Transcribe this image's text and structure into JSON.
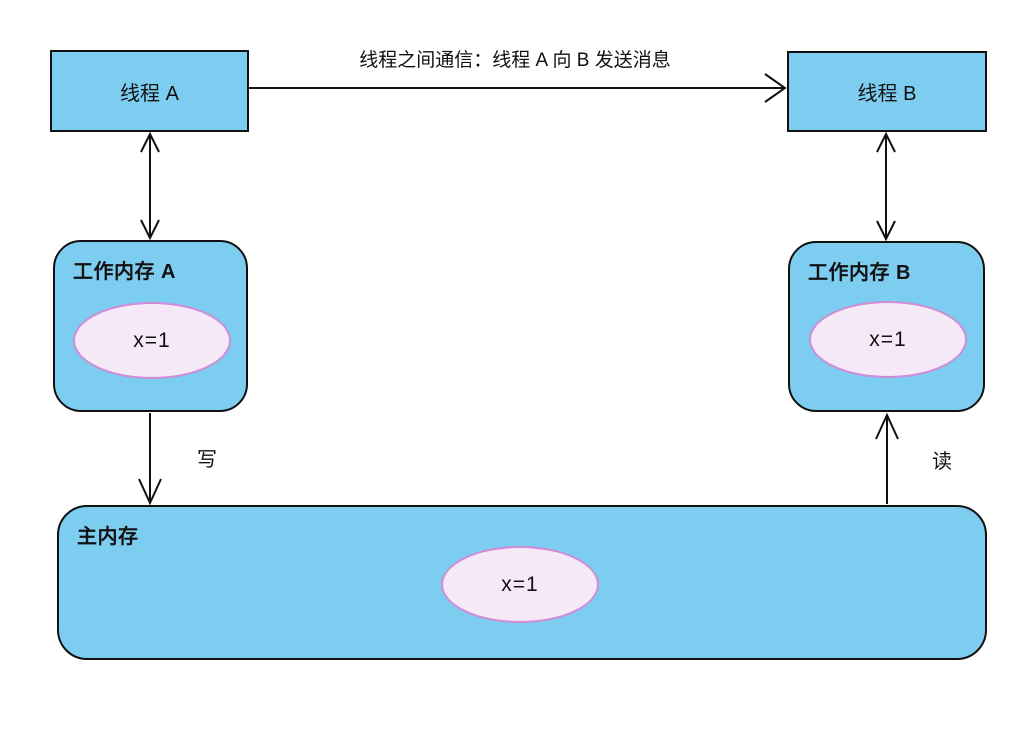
{
  "diagram": {
    "communication_label": "线程之间通信：线程 A 向 B 发送消息",
    "thread_a": {
      "label": "线程 A"
    },
    "thread_b": {
      "label": "线程 B"
    },
    "working_memory_a": {
      "title": "工作内存 A",
      "variable": "x=1"
    },
    "working_memory_b": {
      "title": "工作内存 B",
      "variable": "x=1"
    },
    "main_memory": {
      "title": "主内存",
      "variable": "x=1"
    },
    "write_arrow_label": "写",
    "read_arrow_label": "读",
    "colors": {
      "background": "#ffffff",
      "box_fill": "#7dcdf0",
      "box_border": "#111111",
      "ellipse_fill": "#f5e8f7",
      "ellipse_border": "#d08cd6",
      "arrow": "#111111"
    }
  }
}
